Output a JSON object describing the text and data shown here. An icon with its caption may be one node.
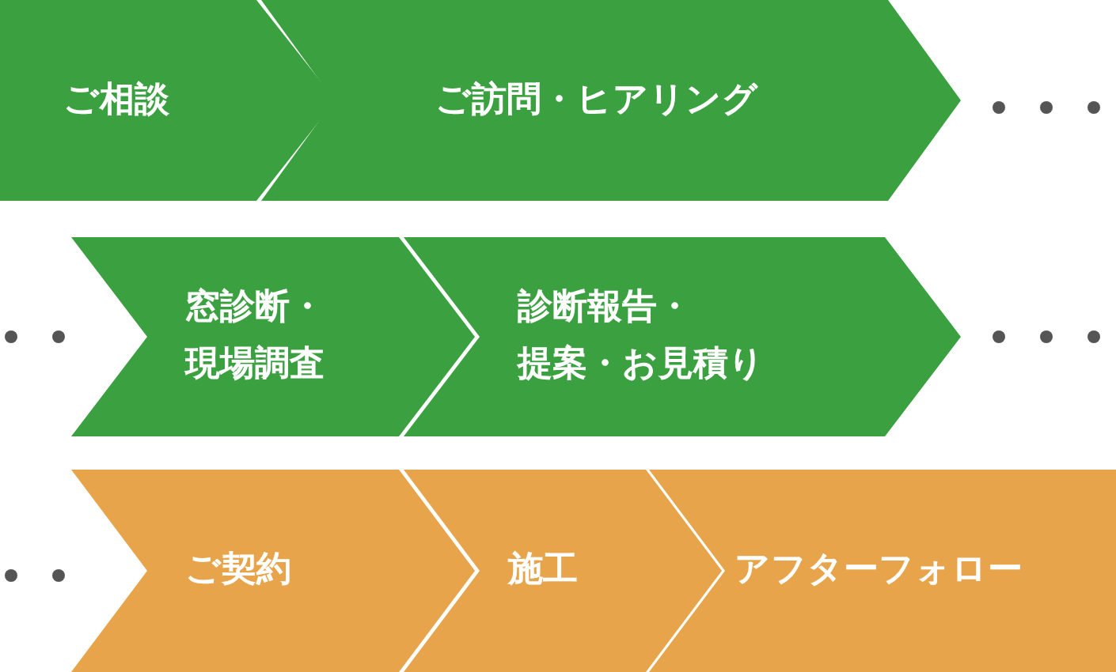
{
  "diagram": {
    "nodes": [
      {
        "text": [
          "ご相談"
        ]
      },
      {
        "text": [
          "ご訪問・ヒアリング"
        ]
      },
      {
        "text": [
          "窓診断・現場調査"
        ]
      },
      {
        "text": [
          "診断報告・提案・お見積り"
        ]
      },
      {
        "text": [
          "ご契約"
        ]
      },
      {
        "text": [
          "施工"
        ]
      },
      {
        "text": [
          "アフターフォロー"
        ]
      }
    ]
  }
}
